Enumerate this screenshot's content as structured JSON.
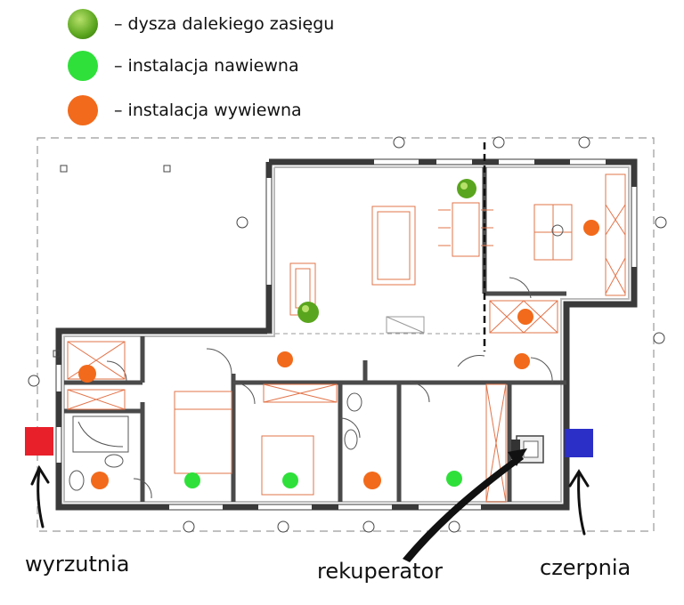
{
  "legend": {
    "items": [
      {
        "label": "– dysza dalekiego zasięgu",
        "color": "#5aa51e",
        "icon": "long-range-nozzle-icon"
      },
      {
        "label": "– instalacja nawiewna",
        "color": "#2fe03a",
        "icon": "supply-dot-icon"
      },
      {
        "label": "– instalacja wywiewna",
        "color": "#f26a1b",
        "icon": "exhaust-dot-icon"
      }
    ]
  },
  "callouts": {
    "exhaust_outlet": "wyrzutnia",
    "recuperator": "rekuperator",
    "air_intake": "czerpnia"
  },
  "colors": {
    "walls": "#3a3a3a",
    "furniture": "#e2744a",
    "exhaust_outlet": "#e8202a",
    "air_intake": "#2b2fc8"
  }
}
